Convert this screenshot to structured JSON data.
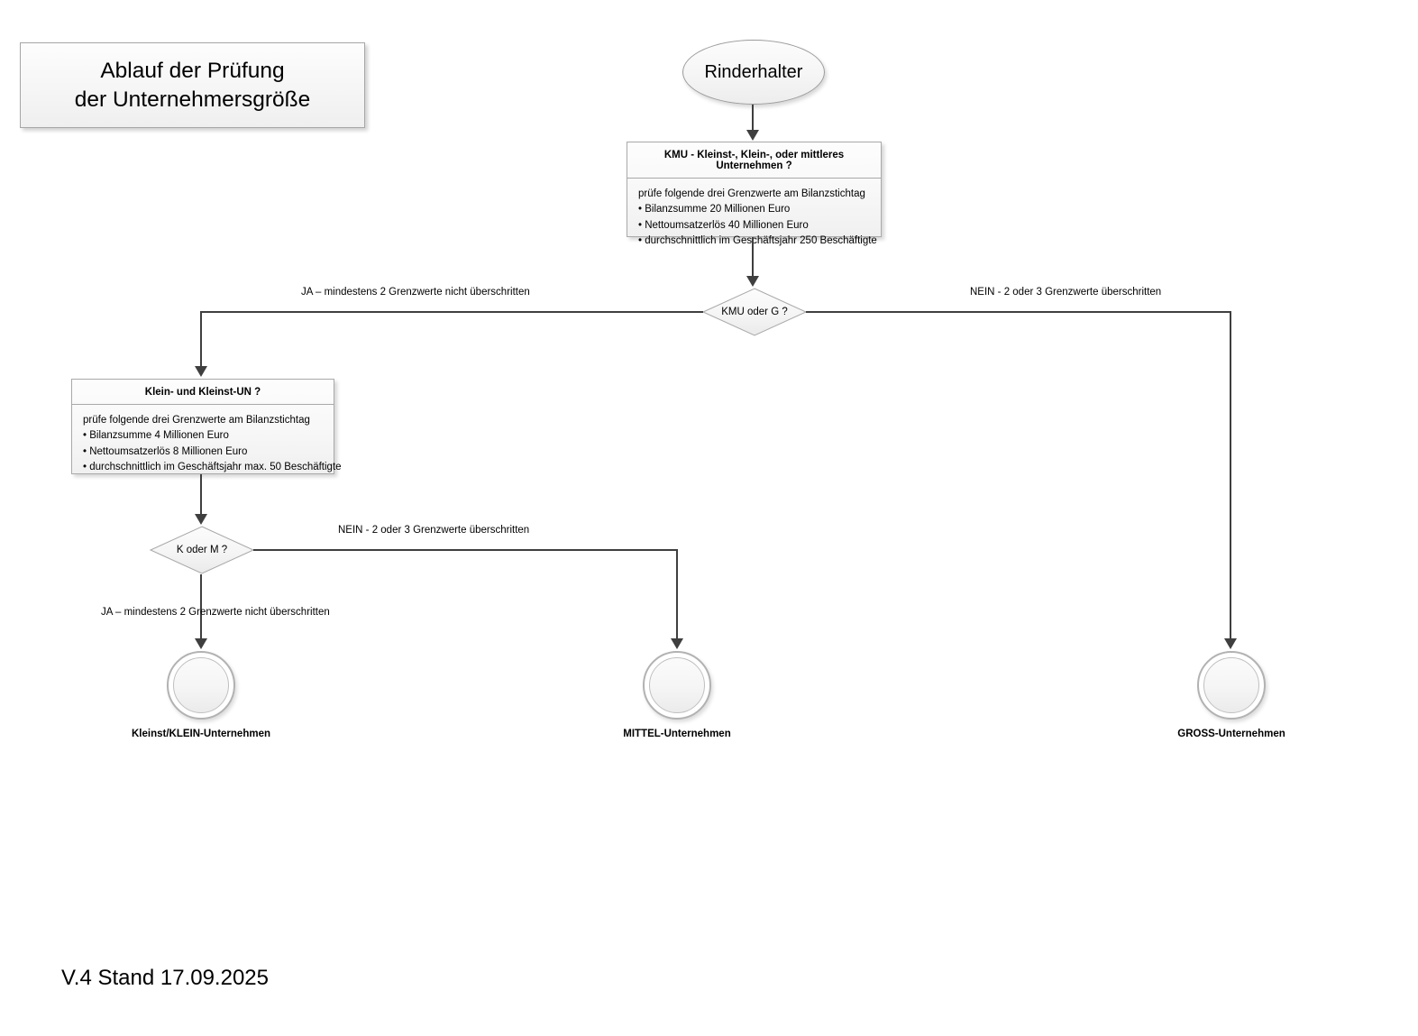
{
  "diagram": {
    "title_box": {
      "text": "Ablauf der Prüfung\nder Unternehmersgröße"
    },
    "start": {
      "label": "Rinderhalter"
    },
    "tasks": [
      {
        "id": "kmu",
        "header": "KMU - Kleinst-, Klein-, oder mittleres Unternehmen ?",
        "intro": "prüfe folgende drei Grenzwerte am Bilanzstichtag",
        "criteria": [
          "• Bilanzsumme 20 Millionen Euro",
          "• Nettoumsatzerlös 40 Millionen Euro",
          "• durchschnittlich im Geschäftsjahr 250 Beschäftigte"
        ]
      },
      {
        "id": "klein",
        "header": "Klein- und Kleinst-UN ?",
        "intro": "prüfe folgende drei Grenzwerte am Bilanzstichtag",
        "criteria": [
          "• Bilanzsumme 4 Millionen Euro",
          "• Nettoumsatzerlös 8 Millionen Euro",
          "• durchschnittlich im Geschäftsjahr max. 50 Beschäftigte"
        ]
      }
    ],
    "gateways": [
      {
        "id": "kmu-oder-g",
        "label": "KMU oder G ?"
      },
      {
        "id": "k-oder-m",
        "label": "K oder M ?"
      }
    ],
    "edge_labels": {
      "kmu_yes": "JA – mindestens 2 Grenzwerte nicht überschritten",
      "kmu_no": "NEIN - 2 oder 3 Grenzwerte überschritten",
      "km_no": "NEIN - 2 oder 3 Grenzwerte überschritten",
      "km_yes": "JA – mindestens 2 Grenzwerte nicht überschritten"
    },
    "end_events": [
      {
        "id": "kleinst-klein",
        "label": "Kleinst/KLEIN-Unternehmen"
      },
      {
        "id": "mittel",
        "label": "MITTEL-Unternehmen"
      },
      {
        "id": "gross",
        "label": "GROSS-Unternehmen"
      }
    ],
    "footer": "V.4 Stand 17.09.2025",
    "colors": {
      "connector": "#3f3f3f",
      "shape_border": "#a9a9a9",
      "shape_fill": "#f5f5f5",
      "background": "#ffffff"
    }
  }
}
